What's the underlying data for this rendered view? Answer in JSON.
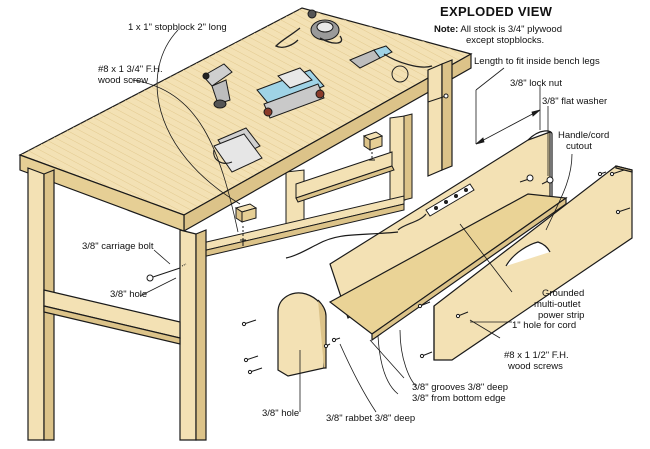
{
  "title": "EXPLODED VIEW",
  "note": {
    "prefix": "Note:",
    "line1": "All stock is 3/4\" plywood",
    "line2": "except stopblocks."
  },
  "labels": {
    "stopblock": "1 x 1\" stopblock 2\" long",
    "wood_screw_1": "#8 x 1 3/4\" F.H.",
    "wood_screw_2": "wood screw",
    "length": "Length to fit inside bench legs",
    "lock_nut": "3/8\" lock nut",
    "flat_washer": "3/8\" flat washer",
    "handle_1": "Handle/cord",
    "handle_2": "cutout",
    "carriage_bolt": "3/8\" carriage bolt",
    "hole_left": "3/8\" hole",
    "outlet_1": "Grounded",
    "outlet_2": "multi-outlet",
    "outlet_3": "power strip",
    "cord_hole": "1\" hole for cord",
    "screws_1": "#8 x 1 1/2\" F.H.",
    "screws_2": "wood screws",
    "grooves_1": "3/8\" grooves 3/8\" deep",
    "grooves_2": "3/8\" from bottom edge",
    "hole_bottom": "3/8\" hole",
    "rabbet": "3/8\" rabbet 3/8\" deep"
  },
  "colors": {
    "wood": "#f3e1b4",
    "wood_dark": "#dcc389",
    "wood_edge": "#c9ac6c",
    "line": "#1a1a1a"
  },
  "icons": [
    "sander-icon",
    "drill-icon",
    "belt-sander-icon",
    "detail-sander-icon",
    "palm-sander-icon",
    "power-strip-icon"
  ]
}
